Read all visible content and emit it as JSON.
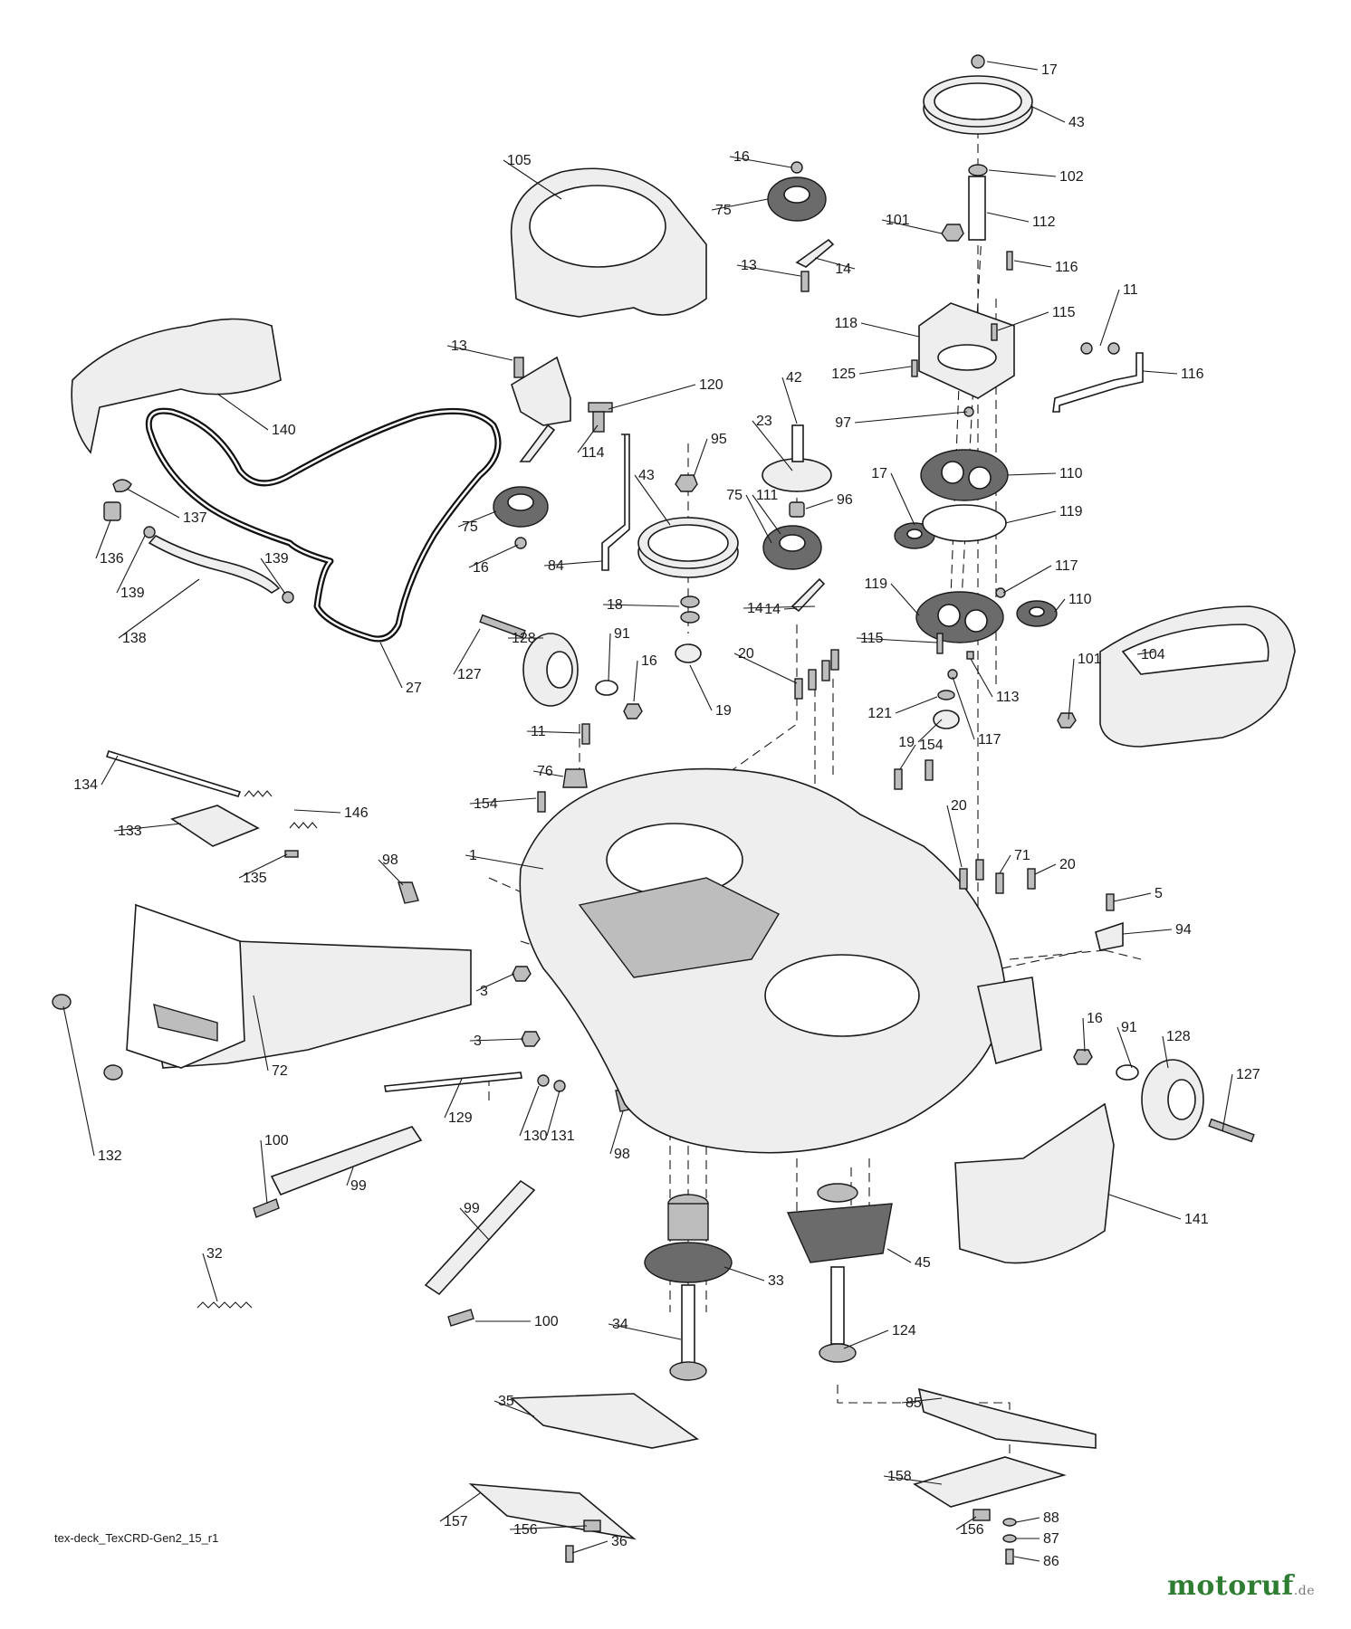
{
  "drawing_ref": "tex-deck_TexCRD-Gen2_15_r1",
  "brand": {
    "name": "motoruf",
    "tld": ".de"
  },
  "labels": [
    "17",
    "43",
    "16",
    "102",
    "105",
    "75",
    "101",
    "112",
    "13",
    "14",
    "116",
    "11",
    "115",
    "118",
    "140",
    "13",
    "125",
    "116",
    "120",
    "42",
    "23",
    "97",
    "114",
    "95",
    "17",
    "110",
    "119",
    "111",
    "75",
    "14",
    "43",
    "96",
    "75",
    "137",
    "136",
    "139",
    "139",
    "16",
    "84",
    "117",
    "119",
    "110",
    "18",
    "138",
    "14",
    "27",
    "128",
    "127",
    "91",
    "16",
    "20",
    "115",
    "104",
    "19",
    "101",
    "113",
    "121",
    "117",
    "11",
    "19",
    "154",
    "76",
    "134",
    "146",
    "133",
    "154",
    "20",
    "135",
    "98",
    "1",
    "71",
    "20",
    "5",
    "94",
    "3",
    "16",
    "91",
    "128",
    "3",
    "72",
    "127",
    "129",
    "130",
    "131",
    "132",
    "98",
    "100",
    "99",
    "141",
    "45",
    "99",
    "33",
    "32",
    "100",
    "34",
    "124",
    "35",
    "85",
    "157",
    "158",
    "156",
    "156",
    "88",
    "87",
    "36",
    "86"
  ]
}
